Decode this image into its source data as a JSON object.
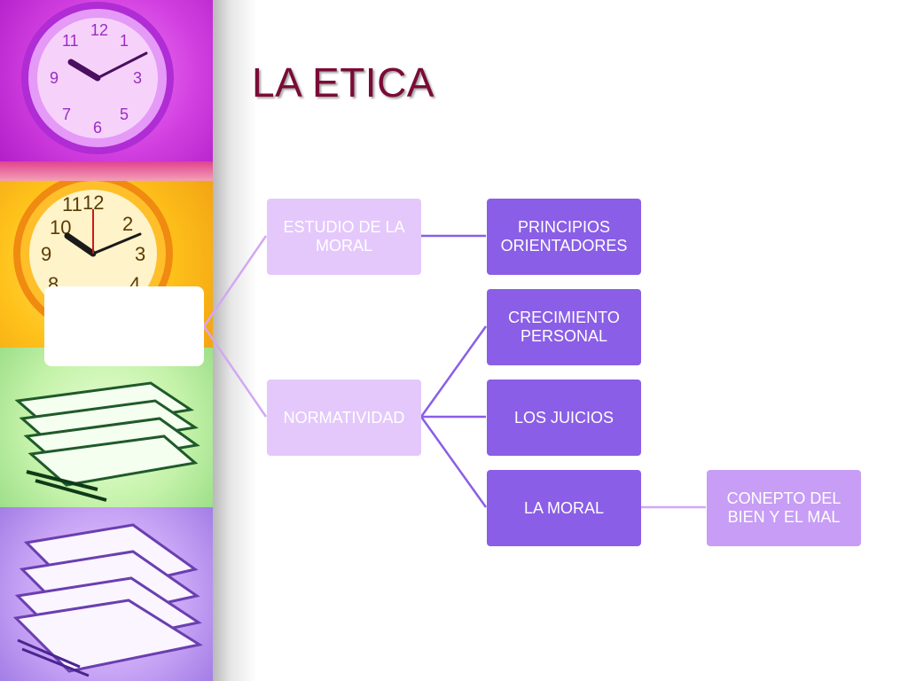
{
  "slide": {
    "title": "LA ETICA"
  },
  "diagram": {
    "root": "",
    "estudio": "ESTUDIO DE LA MORAL",
    "normatividad": "NORMATIVIDAD",
    "principios": "PRINCIPIOS ORIENTADORES",
    "crecimiento": "CRECIMIENTO PERSONAL",
    "juicios": "LOS JUICIOS",
    "moral": "LA MORAL",
    "concepto": "CONEPTO DEL BIEN Y EL MAL"
  },
  "colors": {
    "title": "#7a0b36",
    "level1": "#e4c8fb",
    "level2": "#8a5ee6",
    "level3": "#c79df6",
    "connector_light": "#d2a8f4",
    "connector_dark": "#8a5ee6"
  },
  "decor": {
    "panels": [
      "clock-icon",
      "clock-icon",
      "stacked-papers-icon",
      "stacked-papers-icon"
    ]
  }
}
